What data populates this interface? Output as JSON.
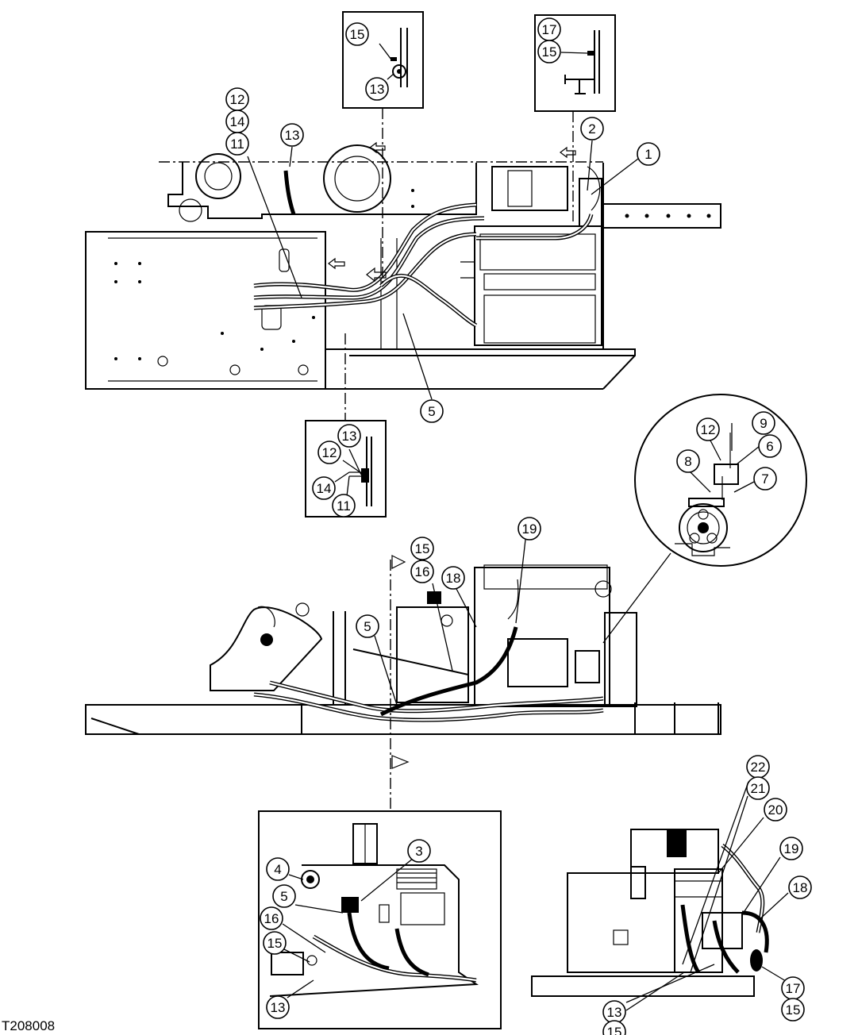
{
  "figure_id": "T208008",
  "callouts": {
    "c1": "1",
    "c2": "2",
    "c3": "3",
    "c4": "4",
    "c5": "5",
    "c6": "6",
    "c7": "7",
    "c8": "8",
    "c9": "9",
    "c11": "11",
    "c12": "12",
    "c13": "13",
    "c14": "14",
    "c15": "15",
    "c16": "16",
    "c17": "17",
    "c18": "18",
    "c19": "19",
    "c20": "20",
    "c21": "21",
    "c22": "22"
  }
}
